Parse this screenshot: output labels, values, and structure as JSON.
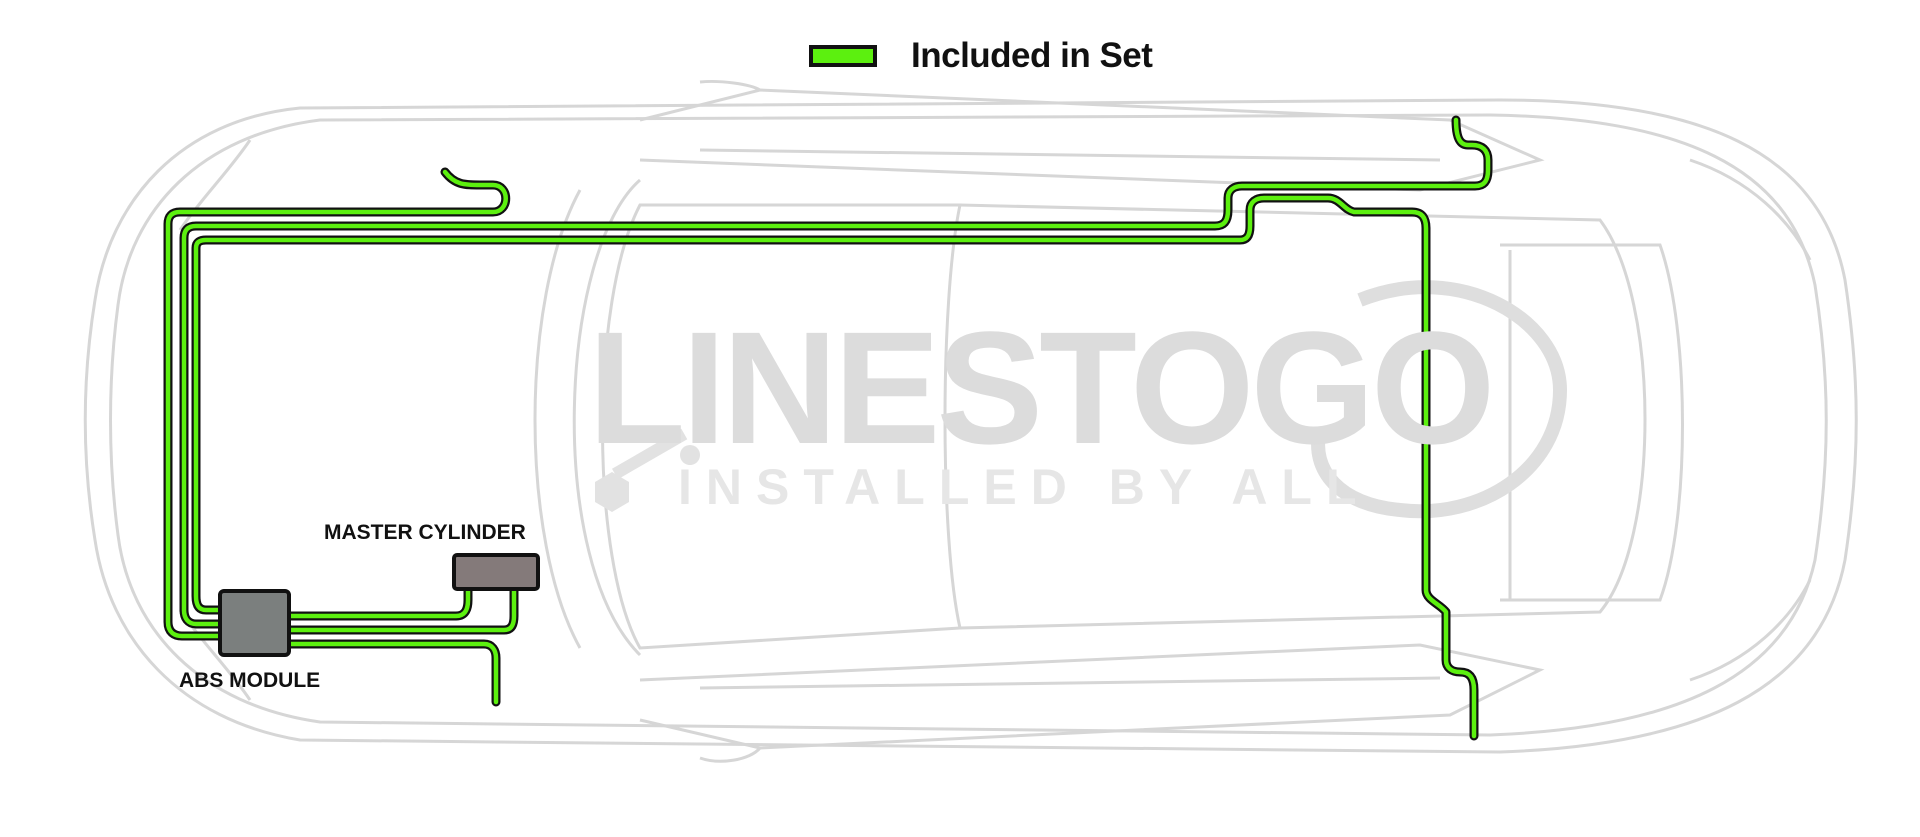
{
  "legend": {
    "label": "Included in Set",
    "swatch_color": "#5cf00f",
    "swatch_border": "#111111"
  },
  "labels": {
    "master_cylinder": "MASTER CYLINDER",
    "abs_module": "ABS MODULE"
  },
  "watermark": {
    "title": "LINESTOGO",
    "subtitle": "INSTALLED BY ALL",
    "icon": "wrench-nut-icon"
  },
  "colors": {
    "brake_line": "#5cf00f",
    "brake_line_outline": "#111111",
    "car_outline": "#d4d4d4",
    "abs_module_fill": "#7b7f7e",
    "master_cylinder_fill": "#847a7a"
  }
}
